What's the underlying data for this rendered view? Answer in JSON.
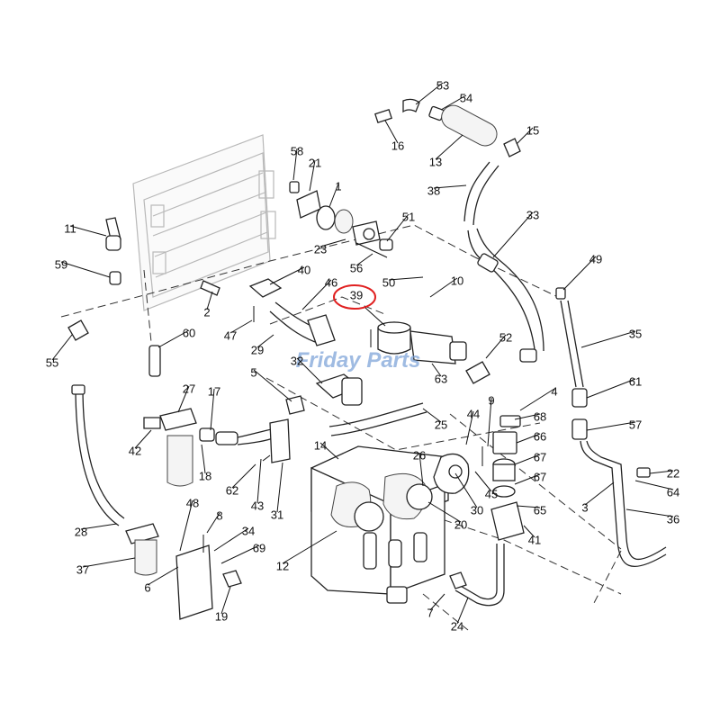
{
  "watermark": "Friday Parts",
  "highlight": {
    "label": "39",
    "color": "#e02020"
  },
  "accent_color": "#e02020",
  "callouts": [
    {
      "id": "53",
      "label": "53"
    },
    {
      "id": "54",
      "label": "54"
    },
    {
      "id": "16",
      "label": "16"
    },
    {
      "id": "15",
      "label": "15"
    },
    {
      "id": "13",
      "label": "13"
    },
    {
      "id": "58",
      "label": "58"
    },
    {
      "id": "21",
      "label": "21"
    },
    {
      "id": "1",
      "label": "1"
    },
    {
      "id": "38",
      "label": "38"
    },
    {
      "id": "33",
      "label": "33"
    },
    {
      "id": "11",
      "label": "11"
    },
    {
      "id": "51",
      "label": "51"
    },
    {
      "id": "23",
      "label": "23"
    },
    {
      "id": "56",
      "label": "56"
    },
    {
      "id": "59",
      "label": "59"
    },
    {
      "id": "40",
      "label": "40"
    },
    {
      "id": "50",
      "label": "50"
    },
    {
      "id": "10",
      "label": "10"
    },
    {
      "id": "49",
      "label": "49"
    },
    {
      "id": "46",
      "label": "46"
    },
    {
      "id": "2",
      "label": "2"
    },
    {
      "id": "47",
      "label": "47"
    },
    {
      "id": "55",
      "label": "55"
    },
    {
      "id": "60",
      "label": "60"
    },
    {
      "id": "29",
      "label": "29"
    },
    {
      "id": "32",
      "label": "32"
    },
    {
      "id": "52",
      "label": "52"
    },
    {
      "id": "35",
      "label": "35"
    },
    {
      "id": "5",
      "label": "5"
    },
    {
      "id": "63",
      "label": "63"
    },
    {
      "id": "27",
      "label": "27"
    },
    {
      "id": "17",
      "label": "17"
    },
    {
      "id": "4",
      "label": "4"
    },
    {
      "id": "9",
      "label": "9"
    },
    {
      "id": "61",
      "label": "61"
    },
    {
      "id": "44",
      "label": "44"
    },
    {
      "id": "68",
      "label": "68"
    },
    {
      "id": "25",
      "label": "25"
    },
    {
      "id": "42",
      "label": "42"
    },
    {
      "id": "57",
      "label": "57"
    },
    {
      "id": "66",
      "label": "66"
    },
    {
      "id": "14",
      "label": "14"
    },
    {
      "id": "26",
      "label": "26"
    },
    {
      "id": "18",
      "label": "18"
    },
    {
      "id": "62",
      "label": "62"
    },
    {
      "id": "43",
      "label": "43"
    },
    {
      "id": "67a",
      "label": "67"
    },
    {
      "id": "67b",
      "label": "67"
    },
    {
      "id": "22",
      "label": "22"
    },
    {
      "id": "45",
      "label": "45"
    },
    {
      "id": "64",
      "label": "64"
    },
    {
      "id": "3",
      "label": "3"
    },
    {
      "id": "65",
      "label": "65"
    },
    {
      "id": "30",
      "label": "30"
    },
    {
      "id": "36",
      "label": "36"
    },
    {
      "id": "48",
      "label": "48"
    },
    {
      "id": "20",
      "label": "20"
    },
    {
      "id": "31",
      "label": "31"
    },
    {
      "id": "8",
      "label": "8"
    },
    {
      "id": "28",
      "label": "28"
    },
    {
      "id": "34",
      "label": "34"
    },
    {
      "id": "41",
      "label": "41"
    },
    {
      "id": "69",
      "label": "69"
    },
    {
      "id": "12",
      "label": "12"
    },
    {
      "id": "37",
      "label": "37"
    },
    {
      "id": "6",
      "label": "6"
    },
    {
      "id": "19",
      "label": "19"
    },
    {
      "id": "7",
      "label": "7"
    },
    {
      "id": "24",
      "label": "24"
    }
  ]
}
